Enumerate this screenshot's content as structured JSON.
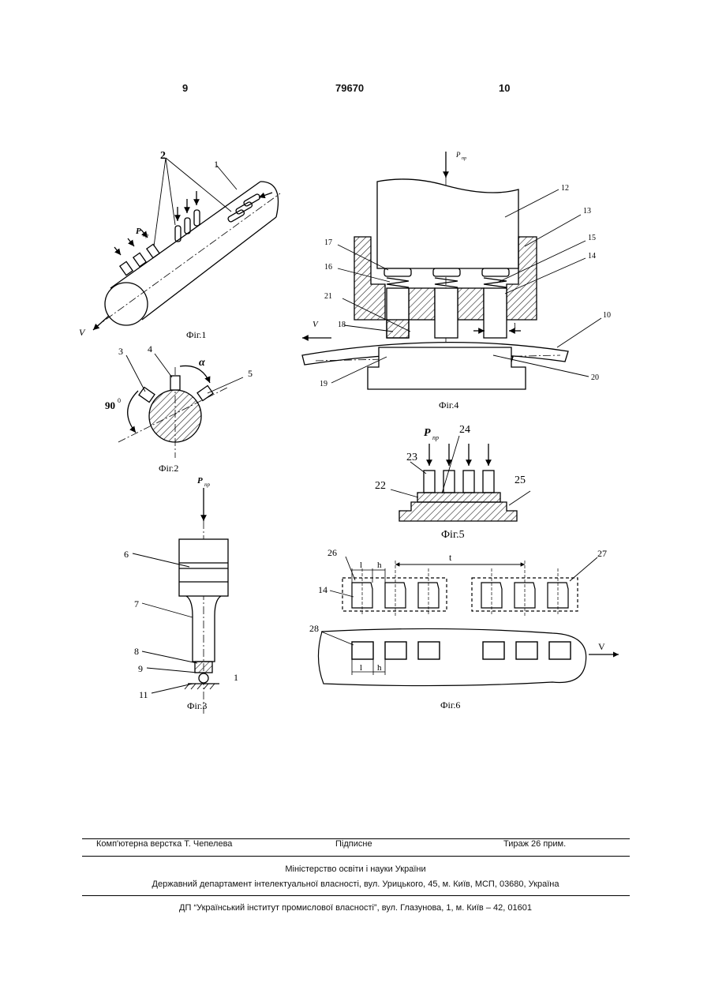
{
  "header": {
    "left_page": "9",
    "patent_no": "79670",
    "right_page": "10"
  },
  "figures": {
    "fig1": {
      "caption": "Фіг.1",
      "labels": {
        "n1": "1",
        "n2": "2",
        "p": "P",
        "p_sub": "пр",
        "v": "V"
      }
    },
    "fig2": {
      "caption": "Фіг.2",
      "labels": {
        "n3": "3",
        "n4": "4",
        "n5": "5",
        "alpha": "α",
        "angle": "90",
        "deg": "0"
      }
    },
    "fig3": {
      "caption": "Фіг.3",
      "labels": {
        "p": "P",
        "p_sub": "пр",
        "n6": "6",
        "n7": "7",
        "n8": "8",
        "n9": "9",
        "n1": "1",
        "n11": "11"
      }
    },
    "fig4": {
      "caption": "Фіг.4",
      "labels": {
        "p": "P",
        "p_sub": "пр",
        "n12": "12",
        "n13": "13",
        "n15": "15",
        "n14": "14",
        "n17": "17",
        "n16": "16",
        "n21": "21",
        "n18": "18",
        "v": "V",
        "l": "l",
        "n10": "10",
        "n19": "19",
        "n20": "20"
      }
    },
    "fig5": {
      "caption": "Фіг.5",
      "labels": {
        "p": "P",
        "p_sub": "пр",
        "n24": "24",
        "n23": "23",
        "n22": "22",
        "n25": "25"
      }
    },
    "fig6": {
      "caption": "Фіг.6",
      "labels": {
        "n26": "26",
        "n27": "27",
        "n14": "14",
        "n28": "28",
        "l": "l",
        "h": "h",
        "t": "t",
        "v": "V"
      }
    }
  },
  "footer": {
    "layout": "Комп'ютерна верстка Т. Чепелева",
    "signed": "Підписне",
    "circulation": "Тираж 26 прим.",
    "ministry": "Міністерство освіти і науки України",
    "department": "Державний департамент інтелектуальної власності, вул. Урицького, 45, м. Київ, МСП, 03680, Україна",
    "institute": "ДП “Український інститут промислової власності”, вул. Глазунова, 1, м. Київ – 42, 01601"
  }
}
